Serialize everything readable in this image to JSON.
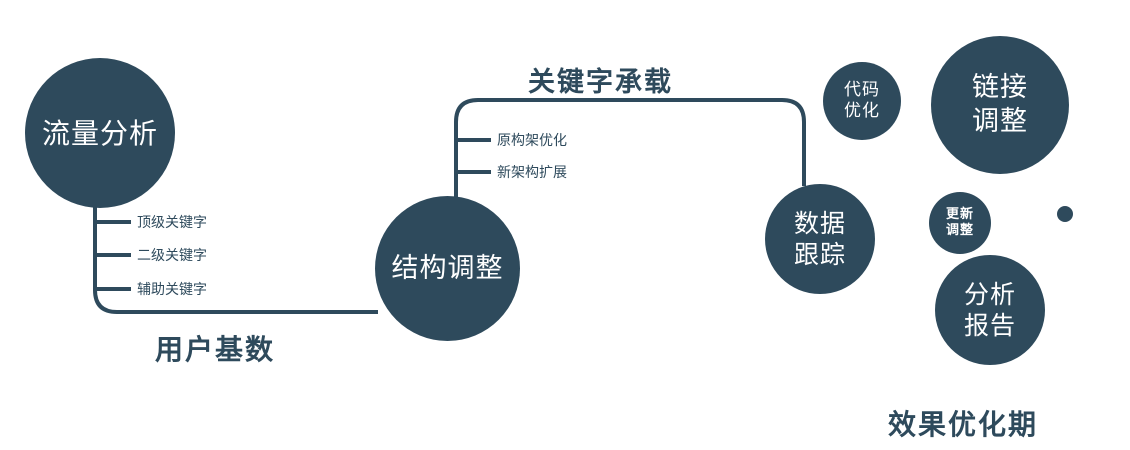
{
  "colors": {
    "primary": "#2e4a5c",
    "text_on_dark": "#ffffff",
    "background": "#ffffff"
  },
  "nodes": {
    "traffic_analysis": {
      "label": "流量分析"
    },
    "structure_adjust": {
      "label": "结构调整"
    },
    "data_tracking": {
      "label": "数据\n跟踪"
    },
    "code_optimization": {
      "label": "代码\n优化"
    },
    "link_adjustment": {
      "label": "链接\n调整"
    },
    "update_adjustment": {
      "label": "更新\n调整"
    },
    "analysis_report": {
      "label": "分析\n报告"
    }
  },
  "edge_labels": {
    "user_base": "用户基数",
    "keyword_carrying": "关键字承载"
  },
  "branches": {
    "traffic_keywords": [
      "顶级关键字",
      "二级关键字",
      "辅助关键字"
    ],
    "structure_items": [
      "原构架优化",
      "新架构扩展"
    ]
  },
  "footer": {
    "label": "效果优化期"
  }
}
